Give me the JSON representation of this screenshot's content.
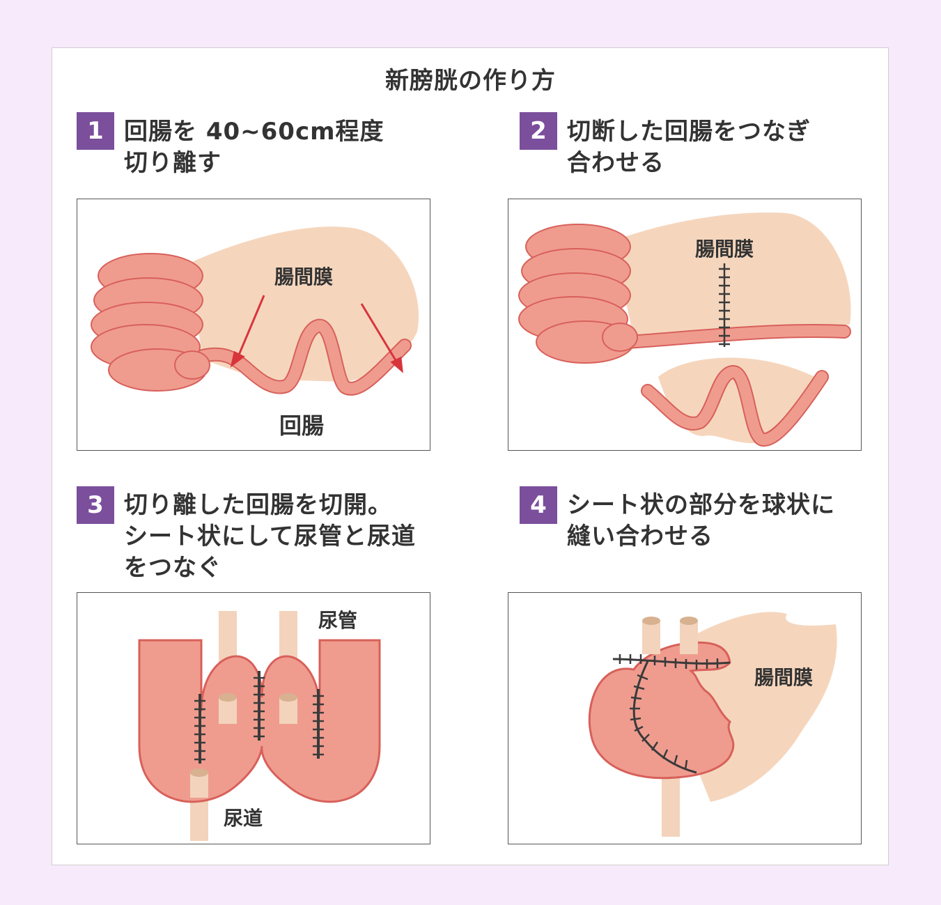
{
  "title": "新膀胱の作り方",
  "steps": [
    {
      "number": "1",
      "text": "回腸を 40~60cm程度\n切り離す",
      "labels": {
        "mesentery": "腸間膜",
        "ileum": "回腸"
      }
    },
    {
      "number": "2",
      "text": "切断した回腸をつなぎ\n合わせる",
      "labels": {
        "mesentery": "腸間膜"
      }
    },
    {
      "number": "3",
      "text": "切り離した回腸を切開。\nシート状にして尿管と尿道\nをつなぐ",
      "labels": {
        "ureter": "尿管",
        "urethra": "尿道"
      }
    },
    {
      "number": "4",
      "text": "シート状の部分を球状に\n縫い合わせる",
      "labels": {
        "mesentery": "腸間膜"
      }
    }
  ],
  "colors": {
    "background": "#f7eafb",
    "badge": "#7b4f9c",
    "intestine_fill": "#ef9c8f",
    "intestine_stroke": "#d8605a",
    "mesentery": "#f5d6bd",
    "tube": "#f3d3bb",
    "arrow": "#d8343c",
    "suture": "#3a3a3a"
  }
}
